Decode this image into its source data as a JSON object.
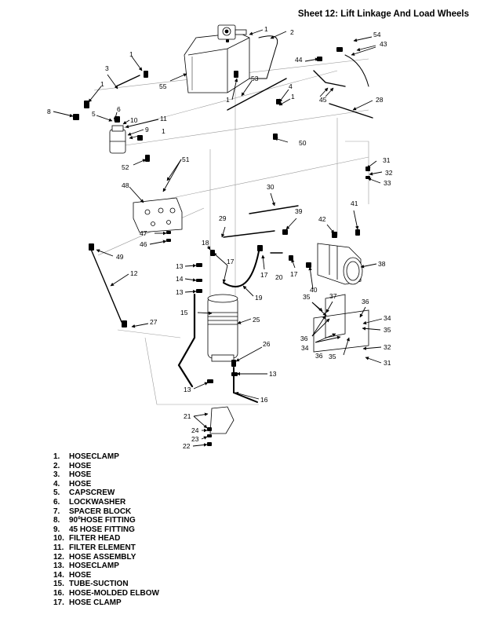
{
  "header": {
    "title": "Sheet 12: Lift Linkage And Load Wheels"
  },
  "callouts": [
    {
      "id": "c1a",
      "label": "1"
    },
    {
      "id": "c2",
      "label": "2"
    },
    {
      "id": "c54",
      "label": "54"
    },
    {
      "id": "c43",
      "label": "43"
    },
    {
      "id": "c1b",
      "label": "1"
    },
    {
      "id": "c3",
      "label": "3"
    },
    {
      "id": "c55",
      "label": "55"
    },
    {
      "id": "c44",
      "label": "44"
    },
    {
      "id": "c53",
      "label": "53"
    },
    {
      "id": "c1c",
      "label": "1"
    },
    {
      "id": "c4",
      "label": "4"
    },
    {
      "id": "c1d",
      "label": "1"
    },
    {
      "id": "c1e",
      "label": "1"
    },
    {
      "id": "c45",
      "label": "45"
    },
    {
      "id": "c28",
      "label": "28"
    },
    {
      "id": "c8",
      "label": "8"
    },
    {
      "id": "c5",
      "label": "5"
    },
    {
      "id": "c6",
      "label": "6"
    },
    {
      "id": "c10",
      "label": "10"
    },
    {
      "id": "c11",
      "label": "11"
    },
    {
      "id": "c9",
      "label": "9"
    },
    {
      "id": "c1f",
      "label": "1"
    },
    {
      "id": "c50",
      "label": "50"
    },
    {
      "id": "c52",
      "label": "52"
    },
    {
      "id": "c51",
      "label": "51"
    },
    {
      "id": "c31a",
      "label": "31"
    },
    {
      "id": "c32a",
      "label": "32"
    },
    {
      "id": "c33",
      "label": "33"
    },
    {
      "id": "c48",
      "label": "48"
    },
    {
      "id": "c30",
      "label": "30"
    },
    {
      "id": "c41",
      "label": "41"
    },
    {
      "id": "c39",
      "label": "39"
    },
    {
      "id": "c42",
      "label": "42"
    },
    {
      "id": "c29",
      "label": "29"
    },
    {
      "id": "c47",
      "label": "47"
    },
    {
      "id": "c46",
      "label": "46"
    },
    {
      "id": "c18",
      "label": "18"
    },
    {
      "id": "c17a",
      "label": "17"
    },
    {
      "id": "c49",
      "label": "49"
    },
    {
      "id": "c38",
      "label": "38"
    },
    {
      "id": "c13a",
      "label": "13"
    },
    {
      "id": "c12",
      "label": "12"
    },
    {
      "id": "c14",
      "label": "14"
    },
    {
      "id": "c17b",
      "label": "17"
    },
    {
      "id": "c20",
      "label": "20"
    },
    {
      "id": "c17c",
      "label": "17"
    },
    {
      "id": "c40",
      "label": "40"
    },
    {
      "id": "c13b",
      "label": "13"
    },
    {
      "id": "c19",
      "label": "19"
    },
    {
      "id": "c35a",
      "label": "35"
    },
    {
      "id": "c37",
      "label": "37"
    },
    {
      "id": "c36a",
      "label": "36"
    },
    {
      "id": "c15",
      "label": "15"
    },
    {
      "id": "c25",
      "label": "25"
    },
    {
      "id": "c27",
      "label": "27"
    },
    {
      "id": "c34a",
      "label": "34"
    },
    {
      "id": "c35b",
      "label": "35"
    },
    {
      "id": "c36b",
      "label": "36"
    },
    {
      "id": "c34b",
      "label": "34"
    },
    {
      "id": "c26",
      "label": "26"
    },
    {
      "id": "c36c",
      "label": "36"
    },
    {
      "id": "c35c",
      "label": "35"
    },
    {
      "id": "c32b",
      "label": "32"
    },
    {
      "id": "c31b",
      "label": "31"
    },
    {
      "id": "c13c",
      "label": "13"
    },
    {
      "id": "c13d",
      "label": "13"
    },
    {
      "id": "c16",
      "label": "16"
    },
    {
      "id": "c21",
      "label": "21"
    },
    {
      "id": "c24",
      "label": "24"
    },
    {
      "id": "c23",
      "label": "23"
    },
    {
      "id": "c22",
      "label": "22"
    }
  ],
  "legend": [
    {
      "number": "1.",
      "name": "HOSECLAMP"
    },
    {
      "number": "2.",
      "name": "HOSE"
    },
    {
      "number": "3.",
      "name": "HOSE"
    },
    {
      "number": "4.",
      "name": "HOSE"
    },
    {
      "number": "5.",
      "name": "CAPSCREW"
    },
    {
      "number": "6.",
      "name": "LOCKWASHER"
    },
    {
      "number": "7.",
      "name": "SPACER BLOCK"
    },
    {
      "number": "8.",
      "name": "90ºHOSE FITTING"
    },
    {
      "number": "9.",
      "name": "45 HOSE FITTING"
    },
    {
      "number": "10.",
      "name": "FILTER HEAD"
    },
    {
      "number": "11.",
      "name": "FILTER ELEMENT"
    },
    {
      "number": "12.",
      "name": "HOSE ASSEMBLY"
    },
    {
      "number": "13.",
      "name": "HOSECLAMP"
    },
    {
      "number": "14.",
      "name": "HOSE"
    },
    {
      "number": "15.",
      "name": "TUBE-SUCTION"
    },
    {
      "number": "16.",
      "name": "HOSE-MOLDED ELBOW"
    },
    {
      "number": "17.",
      "name": "HOSE CLAMP"
    }
  ]
}
